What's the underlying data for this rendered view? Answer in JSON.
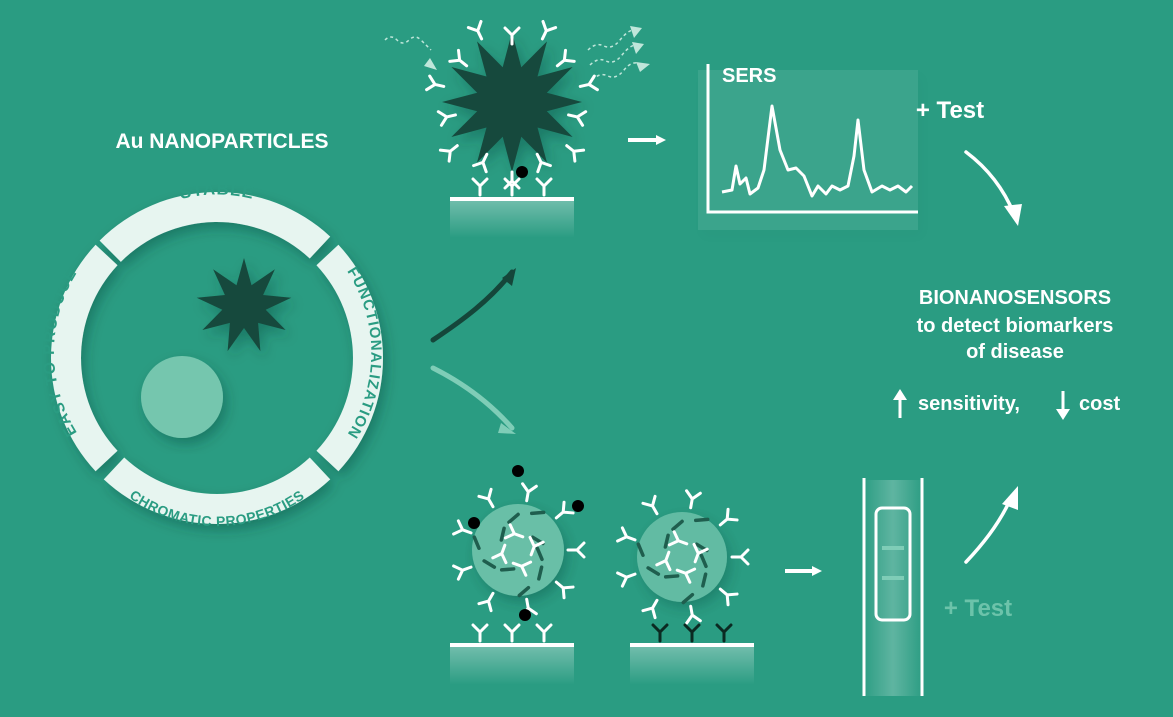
{
  "diagram": {
    "title": "Au NANOPARTICLES",
    "ring_segments": {
      "top": "STABLE",
      "right": "FUNCTIONALIZATION",
      "bottom": "CHROMATIC PROPERTIES",
      "left": "EASY TO PRODUCE"
    },
    "sers_label": "SERS",
    "test_top": "+ Test",
    "test_bottom": "+ Test",
    "result": {
      "line1": "BIONANOSENSORS",
      "line2": "to detect biomarkers",
      "line3": "of disease",
      "sensitivity": "sensitivity,",
      "cost": "cost"
    }
  },
  "colors": {
    "background": "#2a9c82",
    "ring": "#e7f5f0",
    "ring_text": "#2a9c82",
    "star": "#164a3d",
    "sphere": "#74c6ae",
    "dark_arrow": "#15463a",
    "light_arrow": "#7fcdb7",
    "faded_text": "#6cc3aa",
    "white": "#ffffff"
  }
}
